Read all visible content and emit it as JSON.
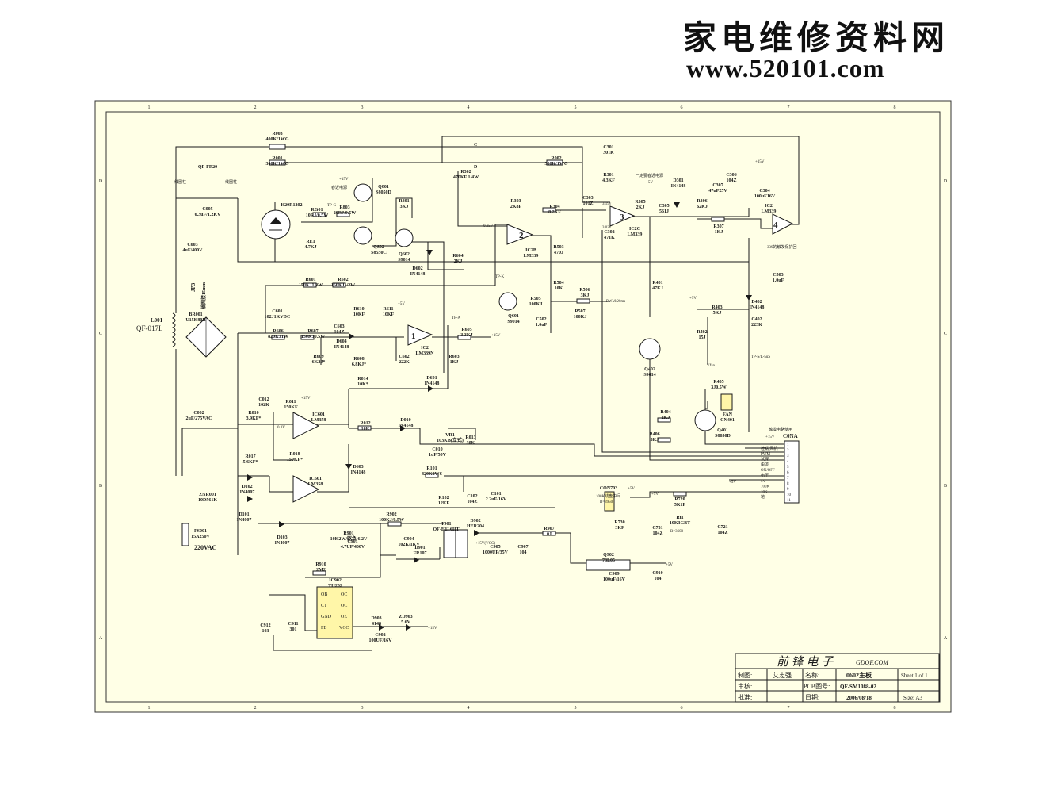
{
  "watermark": {
    "title": "家电维修资料网",
    "url": "www.520101.com"
  },
  "grid": {
    "cols": [
      "1",
      "2",
      "3",
      "4",
      "5",
      "6",
      "7",
      "8"
    ],
    "rows": [
      "D",
      "C",
      "B",
      "A"
    ]
  },
  "nets": {
    "c": "C",
    "d": "D",
    "tpg": "TP-G",
    "tpk": "TP-K",
    "tpa": "TP-A",
    "pwm": "PWM/20ms",
    "tps": "TP-S/L-5uS",
    "plus15": "+15V",
    "plus5": "+5V",
    "vfan": "Vfan",
    "v065": "0.65V",
    "v03": "0.3V",
    "v319": "3.19v",
    "v302": "3.02v",
    "p15vcc": "+15V(VCC)"
  },
  "components": [
    {
      "key": "R003",
      "id": "R003",
      "value": "400K/1WG"
    },
    {
      "key": "R001",
      "id": "R001",
      "value": "300K/1WG"
    },
    {
      "key": "QFFR",
      "id": "QF-FR20",
      "value": "",
      "red": true
    },
    {
      "key": "C005",
      "id": "C005",
      "value": "0.3uF/1.2KV",
      "vred": true
    },
    {
      "key": "H20R",
      "id": "H20R1202",
      "value": ""
    },
    {
      "key": "RG01",
      "id": "RG01",
      "value": "10RJ/0.5W"
    },
    {
      "key": "R803",
      "id": "R803",
      "value": "20RJ/0.5W"
    },
    {
      "key": "Q801",
      "id": "Q801",
      "value": "S8050D"
    },
    {
      "key": "Q802",
      "id": "Q802",
      "value": "S8550C"
    },
    {
      "key": "R801",
      "id": "R801",
      "value": "3KJ"
    },
    {
      "key": "RE1",
      "id": "RE1",
      "value": "4.7KJ"
    },
    {
      "key": "Q602",
      "id": "Q602",
      "value": "S9014"
    },
    {
      "key": "D602",
      "id": "D602",
      "value": "IN4148"
    },
    {
      "key": "R604",
      "id": "R604",
      "value": "2KJ"
    },
    {
      "key": "C003",
      "id": "C003",
      "value": "4uF/400V",
      "vred": true
    },
    {
      "key": "R302",
      "id": "R302",
      "value": "470KF 1/4W",
      "vred": true
    },
    {
      "key": "R303",
      "id": "R303",
      "value": "2K8F",
      "vred": true
    },
    {
      "key": "R304",
      "id": "R304",
      "value": "8.2KF"
    },
    {
      "key": "R002",
      "id": "R002",
      "value": "300K/1WG"
    },
    {
      "key": "C301",
      "id": "C301",
      "value": "301K",
      "vred": true
    },
    {
      "key": "R301",
      "id": "R301",
      "value": "4.3KF"
    },
    {
      "key": "C303",
      "id": "C303",
      "value": "101Z"
    },
    {
      "key": "C302",
      "id": "C302",
      "value": "471K",
      "vred": true
    },
    {
      "key": "IC2C",
      "id": "IC2C",
      "value": "LM339"
    },
    {
      "key": "IC2B",
      "id": "IC2B",
      "value": "LM339"
    },
    {
      "key": "R503",
      "id": "R503",
      "value": "470J"
    },
    {
      "key": "R305",
      "id": "R305",
      "value": "2KJ"
    },
    {
      "key": "D301",
      "id": "D301",
      "value": "IN4148"
    },
    {
      "key": "C305",
      "id": "C305",
      "value": "561J"
    },
    {
      "key": "R306",
      "id": "R306",
      "value": "62KJ"
    },
    {
      "key": "C307",
      "id": "C307",
      "value": "47uF25V"
    },
    {
      "key": "C306",
      "id": "C306",
      "value": "104Z"
    },
    {
      "key": "C304",
      "id": "C304",
      "value": "100uF16V"
    },
    {
      "key": "R307",
      "id": "R307",
      "value": "1KJ"
    },
    {
      "key": "IC2",
      "id": "IC2",
      "value": "LM339"
    },
    {
      "key": "C503",
      "id": "C503",
      "value": "1.0uF"
    },
    {
      "key": "R601",
      "id": "R601",
      "value": "150KJ1/2W"
    },
    {
      "key": "R602",
      "id": "R602",
      "value": "150KJ1/2W"
    },
    {
      "key": "R504",
      "id": "R504",
      "value": "10K"
    },
    {
      "key": "R506",
      "id": "R506",
      "value": "3KJ"
    },
    {
      "key": "R505",
      "id": "R505",
      "value": "100KJ"
    },
    {
      "key": "R507",
      "id": "R507",
      "value": "100KJ"
    },
    {
      "key": "C502",
      "id": "C502",
      "value": "1.0uF"
    },
    {
      "key": "Q601",
      "id": "Q601",
      "value": "S9014"
    },
    {
      "key": "R401",
      "id": "R401",
      "value": "47KJ"
    },
    {
      "key": "D402",
      "id": "D402",
      "value": "IN4148"
    },
    {
      "key": "C402",
      "id": "C402",
      "value": "223K"
    },
    {
      "key": "R403",
      "id": "R403",
      "value": "5KJ"
    },
    {
      "key": "R402",
      "id": "R402",
      "value": "15J"
    },
    {
      "key": "Q402",
      "id": "Q402",
      "value": "S9014"
    },
    {
      "key": "C601",
      "id": "C601",
      "value": "102J1KVDC"
    },
    {
      "key": "R610",
      "id": "R610",
      "value": "10KF"
    },
    {
      "key": "R611",
      "id": "R611",
      "value": "10KF"
    },
    {
      "key": "C603",
      "id": "C603",
      "value": "104Z"
    },
    {
      "key": "R606",
      "id": "R606",
      "value": "820KJ1W"
    },
    {
      "key": "R607",
      "id": "R607",
      "value": "150KJ0.5W"
    },
    {
      "key": "D604",
      "id": "D604",
      "value": "IN4148"
    },
    {
      "key": "R608",
      "id": "R608",
      "value": "6.8KJ*"
    },
    {
      "key": "R609",
      "id": "R609",
      "value": "6K2J*"
    },
    {
      "key": "C602",
      "id": "C602",
      "value": "222K"
    },
    {
      "key": "IC1",
      "id": "IC2",
      "value": "LM339N"
    },
    {
      "key": "R605",
      "id": "R605",
      "value": "3.3KJ"
    },
    {
      "key": "R603",
      "id": "R603",
      "value": "1KJ"
    },
    {
      "key": "D601",
      "id": "D601",
      "value": "IN4148"
    },
    {
      "key": "R014",
      "id": "R014",
      "value": "10K*",
      "vred": true
    },
    {
      "key": "R405",
      "id": "R405",
      "value": "3J0.5W"
    },
    {
      "key": "FAN",
      "id": "FAN",
      "value": "CN401"
    },
    {
      "key": "R404",
      "id": "R404",
      "value": "2KJ"
    },
    {
      "key": "Q401",
      "id": "Q401",
      "value": "S8050D"
    },
    {
      "key": "R406",
      "id": "R406",
      "value": "3KJ"
    },
    {
      "key": "C012",
      "id": "C012",
      "value": "102K"
    },
    {
      "key": "R011",
      "id": "R011",
      "value": "150KF"
    },
    {
      "key": "R010",
      "id": "R010",
      "value": "3.9KF*"
    },
    {
      "key": "IC601",
      "id": "IC601",
      "value": "LM358"
    },
    {
      "key": "R012",
      "id": "R012",
      "value": "10K"
    },
    {
      "key": "D010",
      "id": "D010",
      "value": "IN4148"
    },
    {
      "key": "VR1",
      "id": "VR1",
      "value": "103KB(立式)"
    },
    {
      "key": "R013",
      "id": "R013",
      "value": "30K"
    },
    {
      "key": "C010",
      "id": "C010",
      "value": "1uF/50V"
    },
    {
      "key": "C002",
      "id": "C002",
      "value": "2uF/275VAC"
    },
    {
      "key": "R017",
      "id": "R017",
      "value": "5.6KF*",
      "vred": true
    },
    {
      "key": "R018",
      "id": "R018",
      "value": "150KF*"
    },
    {
      "key": "IC601b",
      "id": "IC601",
      "value": "LM358"
    },
    {
      "key": "D603",
      "id": "D603",
      "value": "IN4148"
    },
    {
      "key": "R101",
      "id": "R101",
      "value": "820K2WS"
    },
    {
      "key": "R102",
      "id": "R102",
      "value": "12KF"
    },
    {
      "key": "C102",
      "id": "C102",
      "value": "104Z"
    },
    {
      "key": "C101",
      "id": "C101",
      "value": "2.2uF/16V"
    },
    {
      "key": "D102",
      "id": "D102",
      "value": "IN4007"
    },
    {
      "key": "D101",
      "id": "D101",
      "value": "IN4007"
    },
    {
      "key": "ZNR001",
      "id": "ZNR001",
      "value": "10D561K"
    },
    {
      "key": "FS001",
      "id": "FS001",
      "value": "15A250V"
    },
    {
      "key": "D103",
      "id": "D103",
      "value": "IN4007"
    },
    {
      "key": "L001",
      "id": "L001",
      "value": "QF-017L",
      "vred": true
    },
    {
      "key": "BR001",
      "id": "BR001",
      "value": "U15K80R"
    },
    {
      "key": "JP3",
      "id": "JP3",
      "value": ""
    },
    {
      "key": "CON703",
      "id": "CON703",
      "value": ""
    },
    {
      "key": "R730",
      "id": "R730",
      "value": "3KF",
      "vred": true
    },
    {
      "key": "C731",
      "id": "C731",
      "value": "104Z"
    },
    {
      "key": "R720",
      "id": "R720",
      "value": "5K1F"
    },
    {
      "key": "Rt1",
      "id": "Rt1",
      "value": "10K3GBT"
    },
    {
      "key": "C721",
      "id": "C721",
      "value": "104Z"
    },
    {
      "key": "R902",
      "id": "R902",
      "value": "100KJ/0.5W"
    },
    {
      "key": "T901",
      "id": "T901",
      "value": "QF-EE16IIT"
    },
    {
      "key": "D902",
      "id": "D902",
      "value": "HER204"
    },
    {
      "key": "R907",
      "id": "R907",
      "value": "0J",
      "vred": true
    },
    {
      "key": "R901",
      "id": "R901",
      "value": "10K2W/驱负 6.2V"
    },
    {
      "key": "C901",
      "id": "C901",
      "value": "4.7UF/400V"
    },
    {
      "key": "C904",
      "id": "C904",
      "value": "102K/1KV"
    },
    {
      "key": "D901",
      "id": "D901",
      "value": "FR107"
    },
    {
      "key": "C905",
      "id": "C905",
      "value": "1000UF/35V"
    },
    {
      "key": "C907",
      "id": "C907",
      "value": "104"
    },
    {
      "key": "Q902",
      "id": "Q902",
      "value": "78L05"
    },
    {
      "key": "C909",
      "id": "C909",
      "value": "100uF/16V"
    },
    {
      "key": "C910",
      "id": "C910",
      "value": "104"
    },
    {
      "key": "R910",
      "id": "R910",
      "value": "2M2"
    },
    {
      "key": "IC902",
      "id": "IC902",
      "value": "TH202"
    },
    {
      "key": "C912",
      "id": "C912",
      "value": "103"
    },
    {
      "key": "C911",
      "id": "C911",
      "value": "301"
    },
    {
      "key": "D903",
      "id": "D903",
      "value": "4148"
    },
    {
      "key": "ZD903",
      "id": "ZD903",
      "value": "5.6V"
    },
    {
      "key": "C902",
      "id": "C902",
      "value": "100UF/16V"
    }
  ],
  "notes": {
    "coil": "线圈柱",
    "coil2": "线圈柱",
    "rise": "春近电源",
    "sync": "一定要春近电源",
    "protect": "339的触发保护回",
    "jp3": "插网接15mm",
    "conn_hint": "触摸电路使用",
    "con703_hint": "100K线盘中间",
    "con703_b": "B=3950",
    "rt1_b": "B=3600",
    "ac": "220VAC"
  },
  "ic902_pins": [
    "OB",
    "OC",
    "CT",
    "OC",
    "GND",
    "OE",
    "FB",
    "VCC"
  ],
  "connector": {
    "id": "C0NA",
    "plus15": "+15V",
    "pins": [
      "1",
      "2",
      "3",
      "4",
      "5",
      "6",
      "7",
      "8",
      "9",
      "10",
      "11"
    ],
    "signals": [
      "检锅/风机",
      "PWM",
      "试探",
      "电流",
      "ON/OFF",
      "电压",
      "5V",
      "100K",
      "10K",
      "地"
    ]
  },
  "title_block": {
    "company": "前 锋 电 子",
    "site": "GDQF.COM",
    "drawn_label": "制图:",
    "drawn_by": "艾志强",
    "name_label": "名称:",
    "name": "0602主板",
    "sheet": "Sheet 1 of 1",
    "check_label": "审核:",
    "pcb_label": "PCB图号:",
    "pcb": "QF-SM1088-02",
    "approve_label": "批准:",
    "date_label": "日期:",
    "date": "2006/08/18",
    "size": "Size: A3"
  },
  "colors": {
    "paper": "#ffffe6",
    "ink": "#1a1a1a",
    "red": "#d21e1e"
  }
}
